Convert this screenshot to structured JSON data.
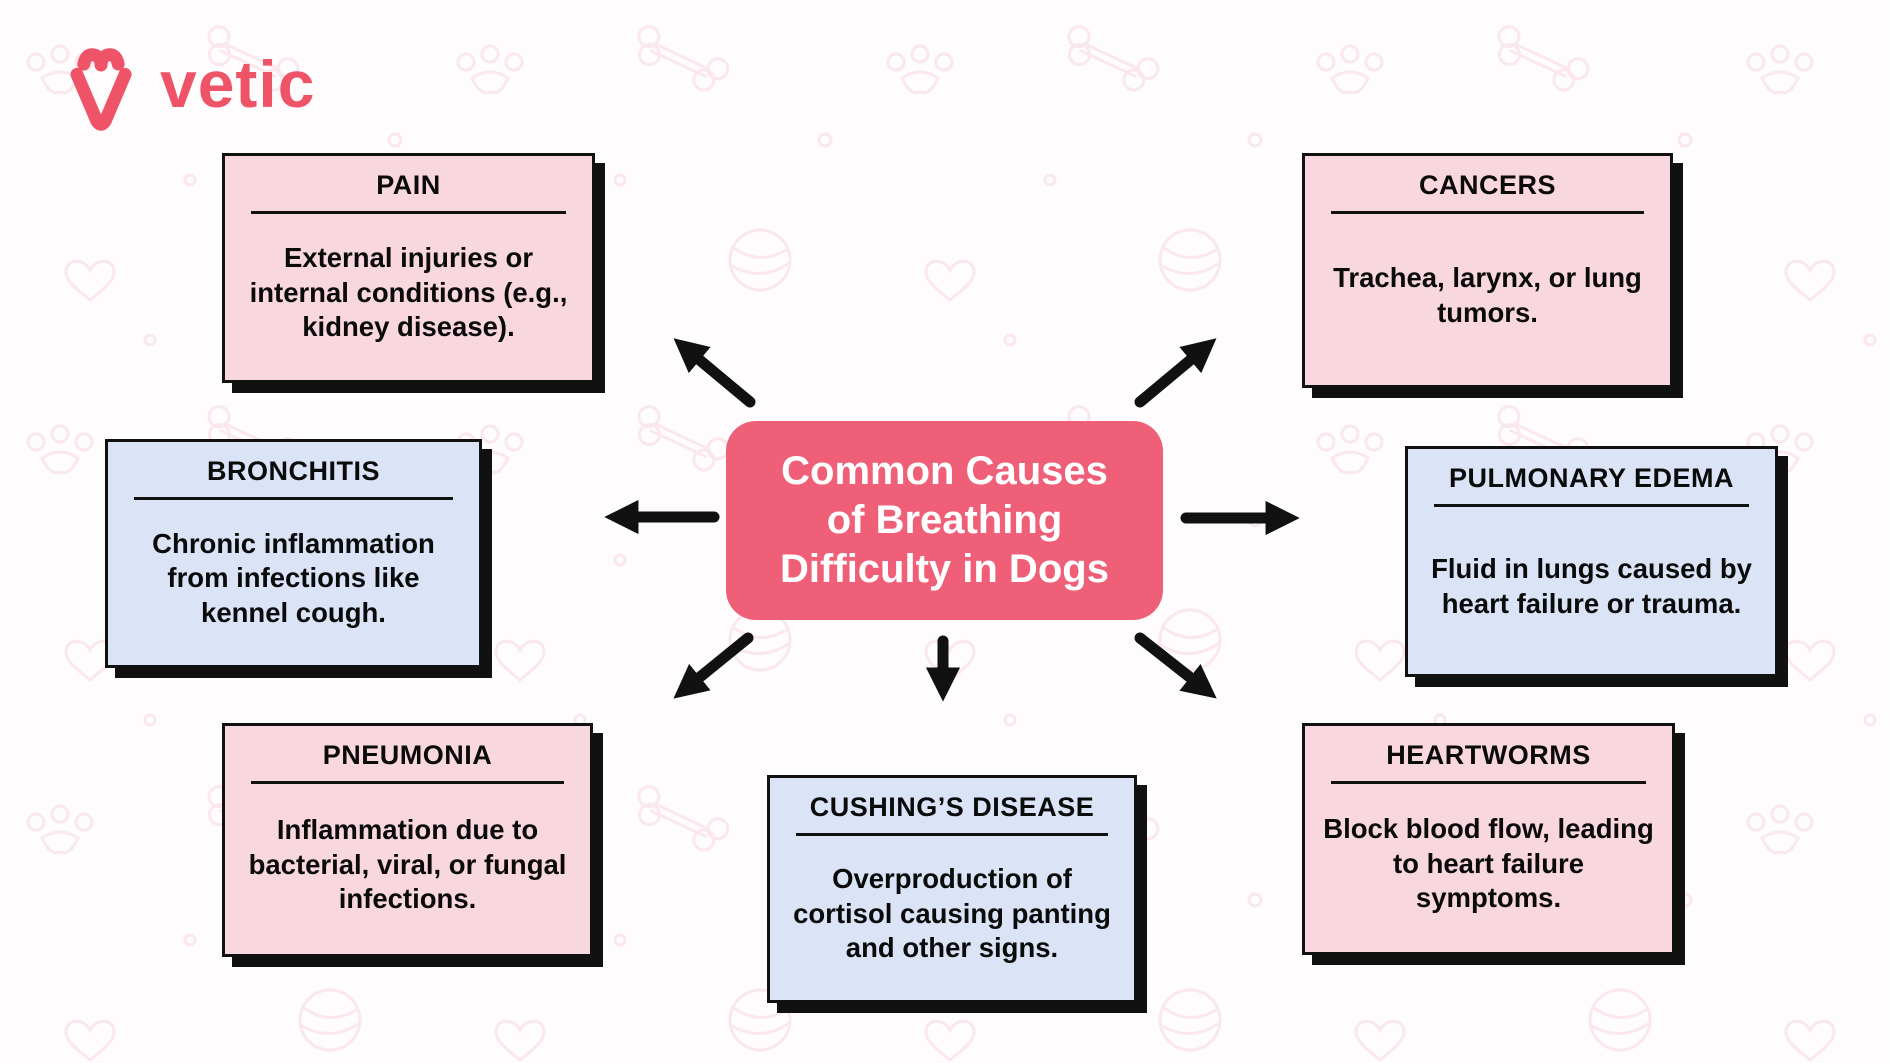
{
  "logo": {
    "text": "vetic",
    "icon": "heart-v-icon",
    "color": "#ee5368"
  },
  "center": {
    "title": "Common Causes of Breathing Difficulty in Dogs",
    "lines": [
      "Common Causes",
      "of Breathing",
      "Difficulty in Dogs"
    ],
    "bg_color": "#ef6078",
    "text_color": "#ffffff"
  },
  "nodes": [
    {
      "id": "pain",
      "title": "PAIN",
      "body": "External injuries or internal conditions (e.g., kidney disease).",
      "variant": "pink",
      "position": "top-left"
    },
    {
      "id": "cancers",
      "title": "CANCERS",
      "body": "Trachea, larynx, or lung tumors.",
      "variant": "pink",
      "position": "top-right"
    },
    {
      "id": "bronchitis",
      "title": "BRONCHITIS",
      "body": "Chronic inflammation from infections like kennel cough.",
      "variant": "blue",
      "position": "middle-left"
    },
    {
      "id": "pulmonary-edema",
      "title": "PULMONARY EDEMA",
      "body": "Fluid in lungs caused by heart failure or trauma.",
      "variant": "blue",
      "position": "middle-right"
    },
    {
      "id": "pneumonia",
      "title": "PNEUMONIA",
      "body": "Inflammation due to bacterial, viral, or fungal infections.",
      "variant": "pink",
      "position": "bottom-left"
    },
    {
      "id": "cushings-disease",
      "title": "CUSHING’S DISEASE",
      "body": "Overproduction of cortisol causing panting and other signs.",
      "variant": "blue",
      "position": "bottom-center"
    },
    {
      "id": "heartworms",
      "title": "HEARTWORMS",
      "body": "Block blood flow, leading to heart failure symptoms.",
      "variant": "pink",
      "position": "bottom-right"
    }
  ],
  "colors": {
    "card_pink": "#f9d7df",
    "card_blue": "#dbe3f7",
    "card_border": "#111111",
    "arrow": "#111111",
    "background": "#fefcfc",
    "doodle_pink": "#f6d6de"
  }
}
